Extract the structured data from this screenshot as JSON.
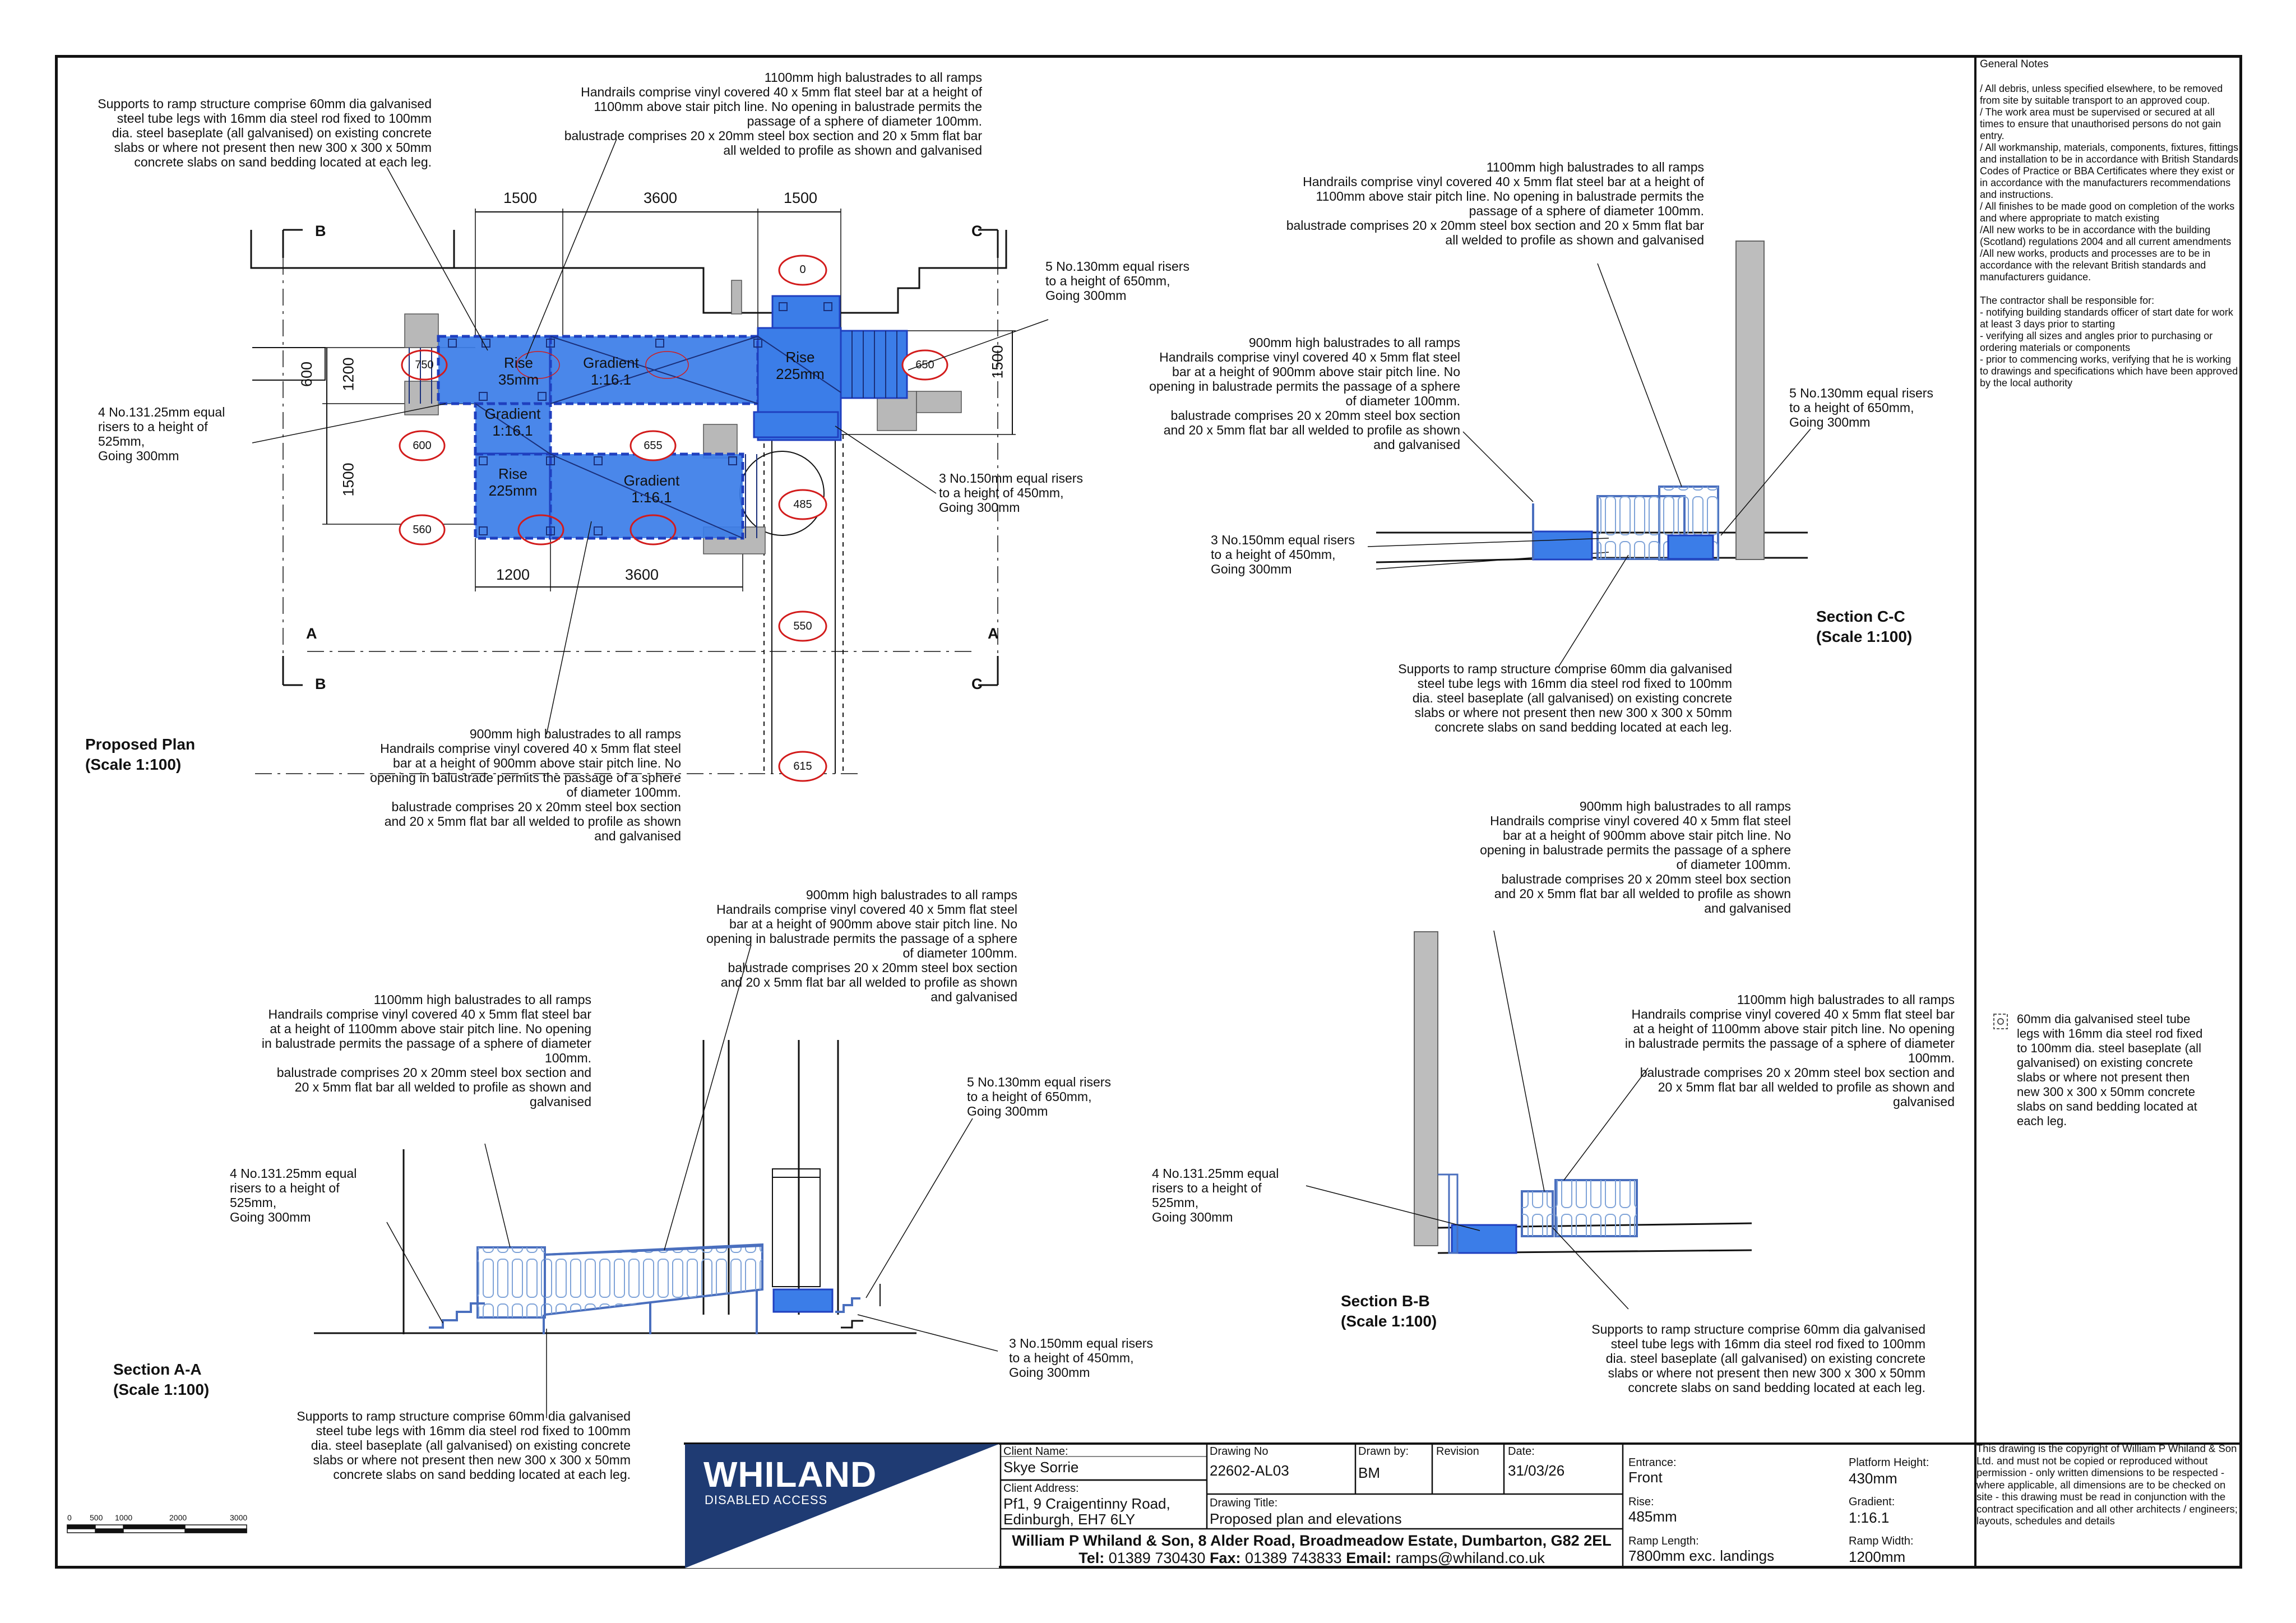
{
  "general_notes": {
    "title": "General Notes",
    "body": "/ All debris, unless specified elsewhere, to be removed from site by suitable transport to an approved coup.\n/ The work area must be supervised or secured at all times to ensure that unauthorised persons do not gain entry.\n/ All workmanship, materials, components, fixtures, fittings and installation to be in accordance with British Standards Codes of Practice or BBA Certificates where they exist or in accordance with the manufacturers recommendations and instructions.\n/ All finishes to be made good on completion of the works and where appropriate to match existing\n/All new works to be in accordance with the building (Scotland) regulations 2004 and all current amendments\n/All new works, products and processes are to be in accordance with the relevant British standards and manufacturers guidance.\n\nThe contractor shall be responsible for:\n- notifying building standards officer of start date for work at least 3 days prior to starting\n- verifying all sizes and angles prior to purchasing or ordering materials or components\n- prior to commencing works, verifying that he is working to drawings and specifications which have been approved by the local authority",
    "legend": "60mm dia galvanised steel tube legs with 16mm dia steel rod fixed to 100mm dia. steel baseplate (all galvanised) on existing concrete slabs or where not present then new 300 x 300 x 50mm concrete slabs on sand bedding located at each leg.",
    "copyright": "This drawing is the copyright of William P Whiland & Son Ltd. and must not be copied or reproduced without permission - only written dimensions to be respected - where applicable, all dimensions are to be checked on site - this drawing must be read in conjunction with the contract specification and all other architects / engineers; layouts, schedules and details"
  },
  "notes": {
    "supports_plan": "Supports to ramp structure comprise 60mm dia galvanised\nsteel tube legs with 16mm dia steel rod fixed to 100mm\ndia. steel baseplate (all galvanised) on existing concrete\nslabs or where not present then new 300 x 300 x 50mm\nconcrete slabs on sand bedding located at each leg.",
    "balustrade_1100_plan": "1100mm high balustrades to all ramps\nHandrails comprise vinyl covered 40 x 5mm flat steel bar at a height of\n1100mm above stair pitch line. No opening in balustrade permits the\npassage of a sphere of diameter 100mm.\nbalustrade comprises 20 x 20mm steel box section and 20 x 5mm flat bar\nall welded to profile as shown and galvanised",
    "risers_130_plan": "5 No.130mm equal risers\nto a height of 650mm,\nGoing 300mm",
    "risers_131_plan": "4 No.131.25mm equal\nrisers to a height of\n525mm,\nGoing 300mm",
    "risers_150_plan": "3 No.150mm equal risers\nto a height of 450mm,\nGoing 300mm",
    "balustrade_900_plan": "900mm high balustrades to all ramps\nHandrails comprise vinyl covered 40 x 5mm flat steel\nbar at a height of 900mm above stair pitch line. No\nopening in balustrade permits the passage of a sphere\nof diameter 100mm.\nbalustrade comprises 20 x 20mm steel box section\nand 20 x 5mm flat bar all welded to profile as shown\nand galvanised",
    "balustrade_1100_cc": "1100mm high balustrades to all ramps\nHandrails comprise vinyl covered 40 x 5mm flat steel bar at a height of\n1100mm above stair pitch line. No opening in balustrade permits the\npassage of a sphere of diameter 100mm.\nbalustrade comprises 20 x 20mm steel box section and 20 x 5mm flat bar\nall welded to profile as shown and galvanised",
    "balustrade_900_cc": "900mm high balustrades to all ramps\nHandrails comprise vinyl covered 40 x 5mm flat steel\nbar at a height of 900mm above stair pitch line. No\nopening in balustrade permits the passage of a sphere\nof diameter 100mm.\nbalustrade comprises 20 x 20mm steel box section\nand 20 x 5mm flat bar all welded to profile as shown\nand galvanised",
    "risers_130_cc": "5 No.130mm equal risers\nto a height of 650mm,\nGoing 300mm",
    "risers_150_cc": "3 No.150mm equal risers\nto a height of 450mm,\nGoing 300mm",
    "supports_cc": "Supports to ramp structure comprise 60mm dia galvanised\nsteel tube legs with 16mm dia steel rod fixed to 100mm\ndia. steel baseplate (all galvanised) on existing concrete\nslabs or where not present then new 300 x 300 x 50mm\nconcrete slabs on sand bedding located at each leg.",
    "balustrade_900_bb": "900mm high balustrades to all ramps\nHandrails comprise vinyl covered 40 x 5mm flat steel\nbar at a height of 900mm above stair pitch line. No\nopening in balustrade permits the passage of a sphere\nof diameter 100mm.\nbalustrade comprises 20 x 20mm steel box section\nand 20 x 5mm flat bar all welded to profile as shown\nand galvanised",
    "balustrade_1100_bb": "1100mm high balustrades to all ramps\nHandrails comprise vinyl covered 40 x 5mm flat steel bar\nat a height of 1100mm above stair pitch line. No opening\nin balustrade permits the passage of a sphere of diameter\n100mm.\nbalustrade comprises 20 x 20mm steel box section and\n20 x 5mm flat bar all welded to profile as shown and\ngalvanised",
    "risers_131_bb": "4 No.131.25mm equal\nrisers to a height of\n525mm,\nGoing 300mm",
    "supports_bb": "Supports to ramp structure comprise 60mm dia galvanised\nsteel tube legs with 16mm dia steel rod fixed to 100mm\ndia. steel baseplate (all galvanised) on existing concrete\nslabs or where not present then new 300 x 300 x 50mm\nconcrete slabs on sand bedding located at each leg.",
    "balustrade_900_aa": "900mm high balustrades to all ramps\nHandrails comprise vinyl covered 40 x 5mm flat steel\nbar at a height of 900mm above stair pitch line. No\nopening in balustrade permits the passage of a sphere\nof diameter 100mm.\nbalustrade comprises 20 x 20mm steel box section\nand 20 x 5mm flat bar all welded to profile as shown\nand galvanised",
    "balustrade_1100_aa": "1100mm high balustrades to all ramps\nHandrails comprise vinyl covered 40 x 5mm flat steel bar\nat a height of 1100mm above stair pitch line. No opening\nin balustrade permits the passage of a sphere of diameter\n100mm.\nbalustrade comprises 20 x 20mm steel box section and\n20 x 5mm flat bar all welded to profile as shown and\ngalvanised",
    "risers_130_aa": "5 No.130mm equal risers\nto a height of 650mm,\nGoing 300mm",
    "risers_131_aa": "4 No.131.25mm equal\nrisers to a height of\n525mm,\nGoing 300mm",
    "risers_150_aa": "3 No.150mm equal risers\nto a height of 450mm,\nGoing 300mm",
    "supports_aa": "Supports to ramp structure comprise 60mm dia galvanised\nsteel tube legs with 16mm dia steel rod fixed to 100mm\ndia. steel baseplate (all galvanised) on existing concrete\nslabs or where not present then new 300 x 300 x 50mm\nconcrete slabs on sand bedding located at each leg."
  },
  "titles": {
    "plan": "Proposed Plan\n(Scale 1:100)",
    "section_cc": "Section C-C\n(Scale 1:100)",
    "section_bb": "Section B-B\n(Scale 1:100)",
    "section_aa": "Section A-A\n(Scale 1:100)"
  },
  "plan": {
    "dims_top": [
      "1500",
      "3600",
      "1500"
    ],
    "dims_bottom": [
      "1200",
      "3600"
    ],
    "dims_left": [
      "600",
      "1200",
      "1500",
      "1500"
    ],
    "section_marks": [
      "B",
      "B",
      "C",
      "C",
      "A",
      "A"
    ],
    "ramp_labels": {
      "rise35": "Rise\n35mm",
      "grad1": "Gradient\n1:16.1",
      "rise225a": "Rise\n225mm",
      "grad2": "Gradient\n1:16.1",
      "rise225b": "Rise\n225mm",
      "grad3": "Gradient\n1:16.1"
    },
    "levels": [
      "0",
      "750",
      "650",
      "600",
      "655",
      "485",
      "560",
      "550",
      "615"
    ],
    "colors": {
      "ramp_fill": "#3b7de8",
      "ramp_edge": "#1f3fbf",
      "level_ring": "#d21b1b",
      "slab": "#b8b8b8"
    }
  },
  "scale_bar": {
    "labels": [
      "0",
      "500",
      "1000",
      "2000",
      "3000"
    ]
  },
  "title_block": {
    "logo_main": "WHILAND",
    "logo_sub": "DISABLED ACCESS",
    "client_name_label": "Client Name:",
    "client_name": "Skye Sorrie",
    "client_address_label": "Client Address:",
    "client_address": "Pf1, 9 Craigentinny Road,\nEdinburgh, EH7 6LY",
    "drawing_no_label": "Drawing No",
    "drawing_no": "22602-AL03",
    "drawn_by_label": "Drawn by:",
    "drawn_by": "BM",
    "revision_label": "Revision",
    "date_label": "Date:",
    "date": "31/03/26",
    "drawing_title_label": "Drawing Title:",
    "drawing_title": "Proposed plan and elevations",
    "entrance_label": "Entrance:",
    "entrance": "Front",
    "platform_height_label": "Platform Height:",
    "platform_height": "430mm",
    "rise_label": "Rise:",
    "rise": "485mm",
    "gradient_label": "Gradient:",
    "gradient": "1:16.1",
    "ramp_length_label": "Ramp Length:",
    "ramp_length": "7800mm exc. landings",
    "ramp_width_label": "Ramp Width:",
    "ramp_width": "1200mm",
    "company_line": "William P Whiland & Son, 8 Alder Road, Broadmeadow Estate, Dumbarton, G82 2EL",
    "tel_label": "Tel:",
    "tel": "01389 730430",
    "fax_label": "Fax:",
    "fax": "01389 743833",
    "email_label": "Email:",
    "email": "ramps@whiland.co.uk",
    "logo_color": "#1f3b73"
  }
}
